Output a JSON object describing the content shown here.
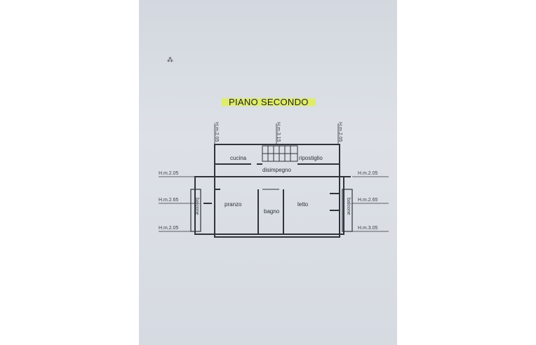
{
  "title": "PIANO SECONDO",
  "rooms": {
    "cucina": "cucina",
    "ripostiglio": "ripostiglio",
    "disimpegno": "disimpegno",
    "pranzo": "pranzo",
    "bagno": "bagno",
    "letto": "letto",
    "balcone_left": "balcone",
    "balcone_right": "balcone"
  },
  "heights": {
    "top_left": "H.m.2.05",
    "top_center": "H.m.3.15",
    "top_right": "H.m.2.05",
    "left_1": "H.m.2.05",
    "left_2": "H.m.2.65",
    "left_3": "H.m.2.05",
    "right_1": "H.m.2.05",
    "right_2": "H.m.2.65",
    "right_3": "H.m.3.05"
  }
}
